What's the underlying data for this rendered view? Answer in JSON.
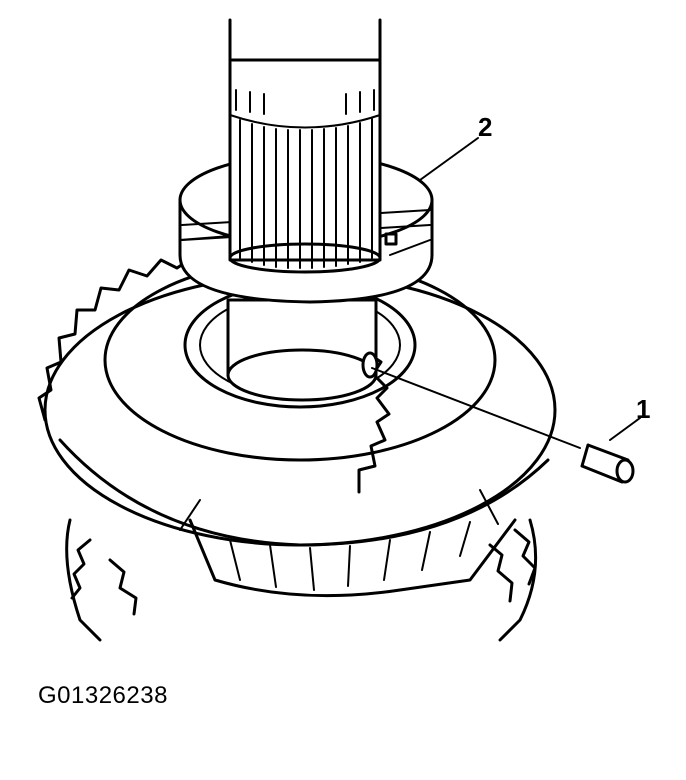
{
  "callouts": {
    "pin_label": "1",
    "washer_label": "2"
  },
  "figure_id": "G01326238",
  "colors": {
    "ink": "#000000",
    "paper": "#ffffff"
  }
}
